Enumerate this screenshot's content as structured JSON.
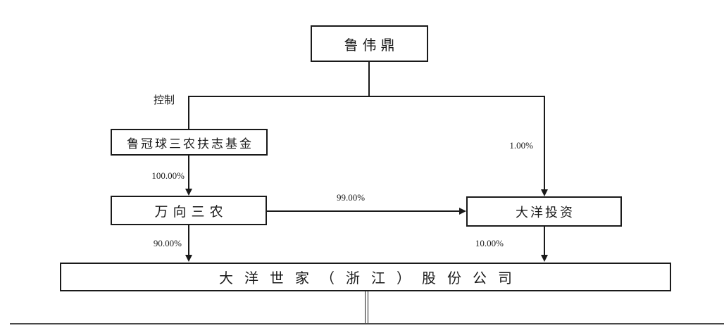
{
  "diagram": {
    "description": "equity ownership structure chart",
    "nodes": {
      "lu_weiding": "鲁伟鼎",
      "fund": "鲁冠球三农扶志基金",
      "wanxiang_sannong": "万向三农",
      "dayang_investment": "大洋投资",
      "company": "大洋世家（浙江）股份公司"
    },
    "edge_labels": {
      "control": "控制",
      "fund_to_wanxiang": "100.00%",
      "wanxiang_to_dayang": "99.00%",
      "lu_weiding_to_dayang": "1.00%",
      "wanxiang_to_company": "90.00%",
      "dayang_to_company": "10.00%"
    },
    "colors": {
      "line": "#1a1a1a",
      "border": "#1a1a1a",
      "text": "#1a1a1a",
      "background": "#ffffff",
      "bottom_rule": "#4a4a4a"
    }
  }
}
